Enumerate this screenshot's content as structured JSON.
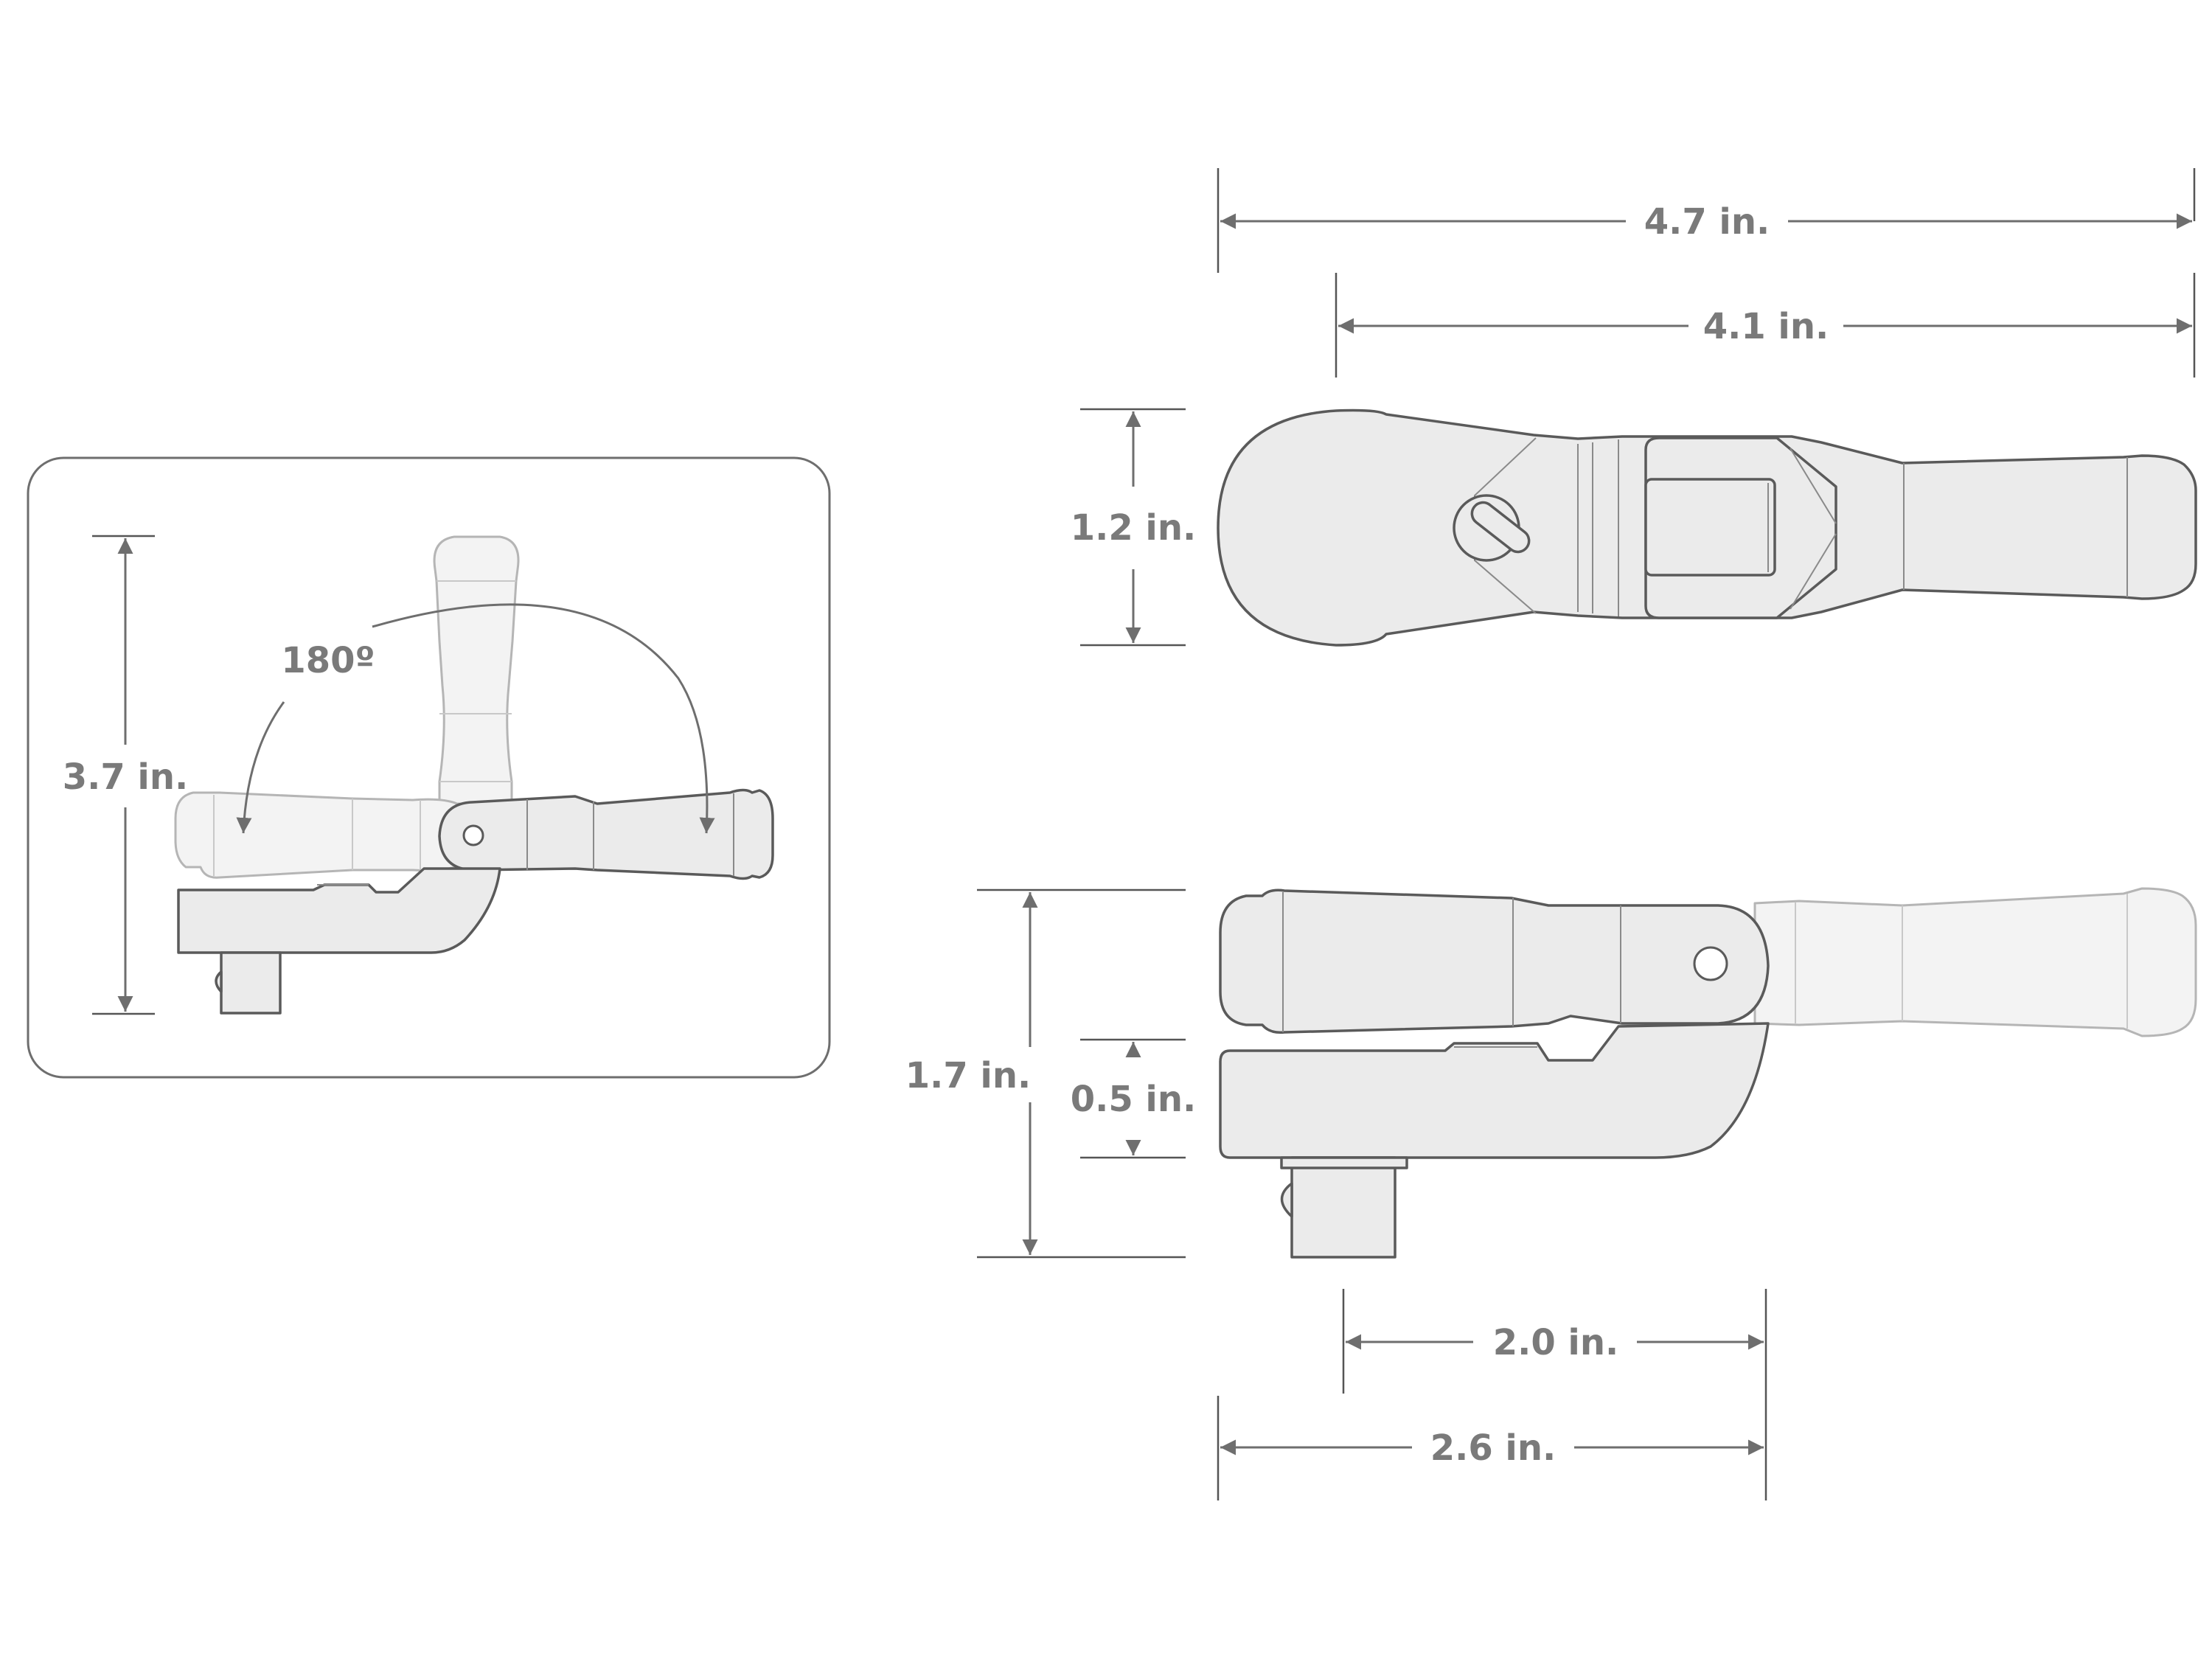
{
  "labels": {
    "overall_length": "4.7 in.",
    "handle_length": "4.1 in.",
    "head_width": "1.2 in.",
    "swing_height": "3.7 in.",
    "swing_angle": "180º",
    "profile_height": "1.7 in.",
    "head_thickness": "0.5 in.",
    "pivot_offset": "2.0 in.",
    "head_to_pivot": "2.6 in."
  },
  "colors": {
    "dimension_line": "#6e6e6e",
    "label_text": "#7a7a7a",
    "tool_fill": "#ebebeb",
    "tool_outline": "#5a5a5a",
    "ghost_fill": "#f3f3f3",
    "ghost_outline": "#b5b5b5",
    "inset_border": "#6e6e6e"
  }
}
